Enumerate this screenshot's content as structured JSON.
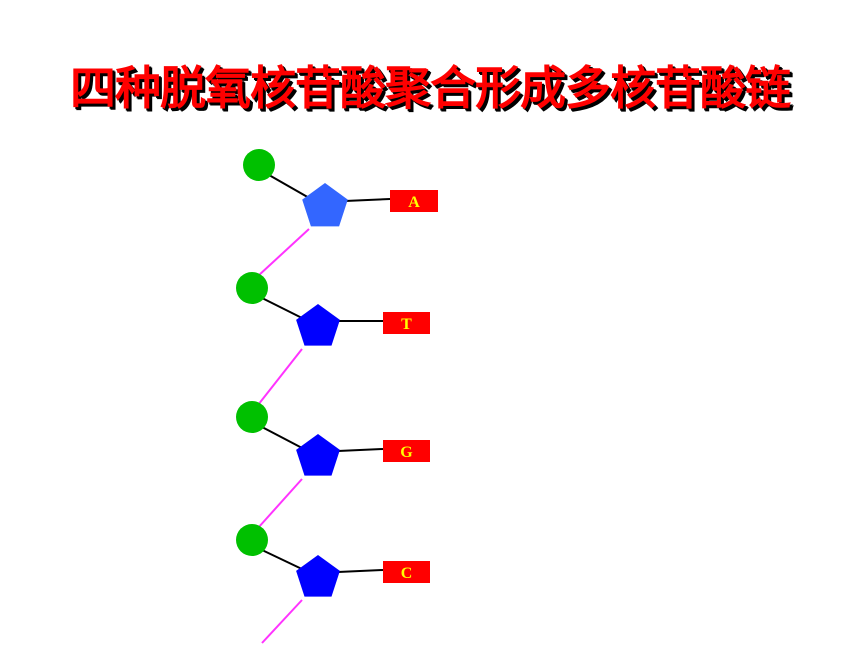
{
  "title": "四种脱氧核苷酸聚合形成多核苷酸链",
  "colors": {
    "title_text": "#ff0000",
    "title_shadow": "#000000",
    "phosphate": "#00c000",
    "sugar_first": "#3366ff",
    "sugar": "#0000ff",
    "base_box": "#ff0000",
    "base_text": "#ffff00",
    "bond": "#000000",
    "backbone_link": "#ff33ff"
  },
  "nucleotides": [
    {
      "base": "A"
    },
    {
      "base": "T"
    },
    {
      "base": "G"
    },
    {
      "base": "C"
    }
  ]
}
